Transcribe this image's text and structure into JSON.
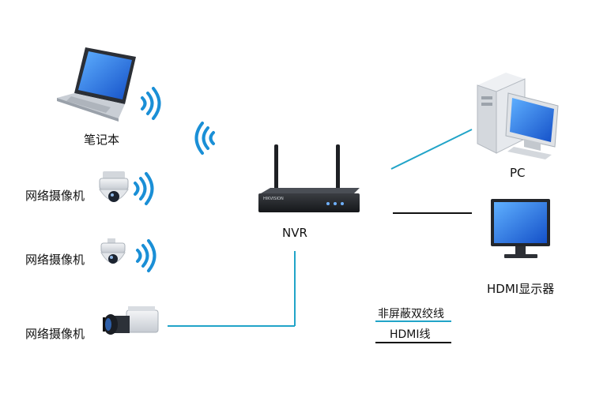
{
  "labels": {
    "laptop": "笔记本",
    "camera_1": "网络摄像机",
    "camera_2": "网络摄像机",
    "camera_3": "网络摄像机",
    "nvr": "NVR",
    "pc": "PC",
    "monitor": "HDMI显示器"
  },
  "nvr_logo": "HIKVISION",
  "legend": {
    "utp": {
      "label": "非屏蔽双绞线",
      "color": "#21a4c8"
    },
    "hdmi": {
      "label": "HDMI线",
      "color": "#111111"
    }
  },
  "colors": {
    "utp_line": "#21a4c8",
    "hdmi_line": "#111111",
    "wifi": "#1a8fd6",
    "screen": "#1f6fd9",
    "device_body": "#d9dde2"
  },
  "icons": [
    "laptop-icon",
    "wifi-icon",
    "dome-camera-icon",
    "ptz-camera-icon",
    "box-camera-icon",
    "nvr-icon",
    "pc-tower-icon",
    "monitor-icon"
  ]
}
